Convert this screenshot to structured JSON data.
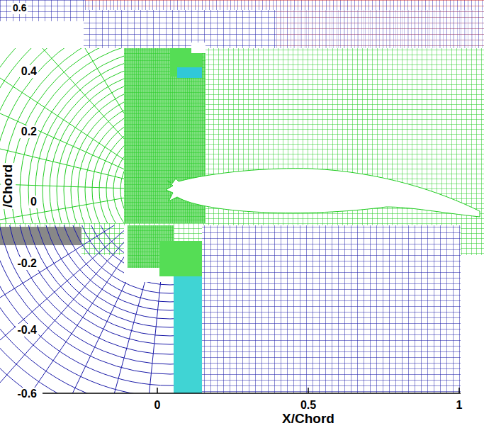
{
  "diagram": {
    "labels": [
      "0.6",
      "0.4",
      "0.2",
      "/Chord",
      "0",
      "-0.2",
      "-0.4",
      "-0.6",
      "0",
      "0.5",
      "1",
      "X/Chord"
    ]
  }
}
